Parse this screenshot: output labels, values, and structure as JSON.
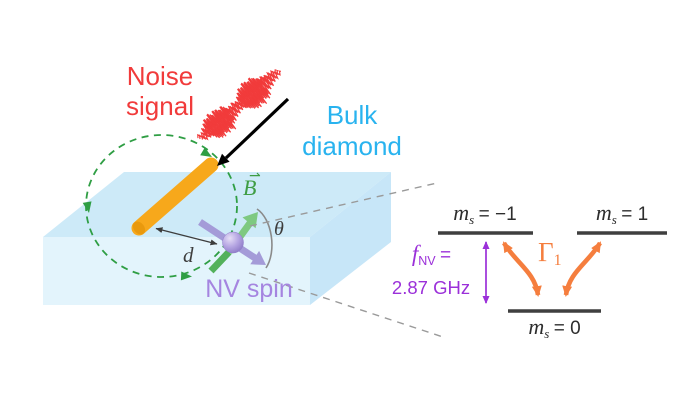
{
  "figure": {
    "noise": {
      "line1": "Noise",
      "line2": "signal"
    },
    "bulk": {
      "line1": "Bulk",
      "line2": "diamond"
    },
    "b_field": {
      "symbol": "B",
      "vector_arrow": "⇀"
    },
    "theta": "θ",
    "distance": "d",
    "nv_spin": "NV spin"
  },
  "energy_levels": {
    "m": "m",
    "s": "s",
    "eq_minus1": "= −1",
    "eq_plus1": "= 1",
    "eq_zero": "= 0",
    "f": "f",
    "f_sub": "NV",
    "equals": "=",
    "frequency": "2.87 GHz",
    "gamma": "Γ",
    "gamma_sub": "1"
  },
  "colors": {
    "noise_red": "#f13b3b",
    "bulk_cyan": "#29b3ef",
    "rod_orange": "#f7a81b",
    "field_green": "#2f9e44",
    "b_arrow_green": "#7ec981",
    "spin_purple": "#a49bd8",
    "nv_label_purple": "#a585e0",
    "level_purple": "#9b30d9",
    "gamma_orange": "#f57e3e",
    "diamond_blue": "#cdeaf8"
  }
}
